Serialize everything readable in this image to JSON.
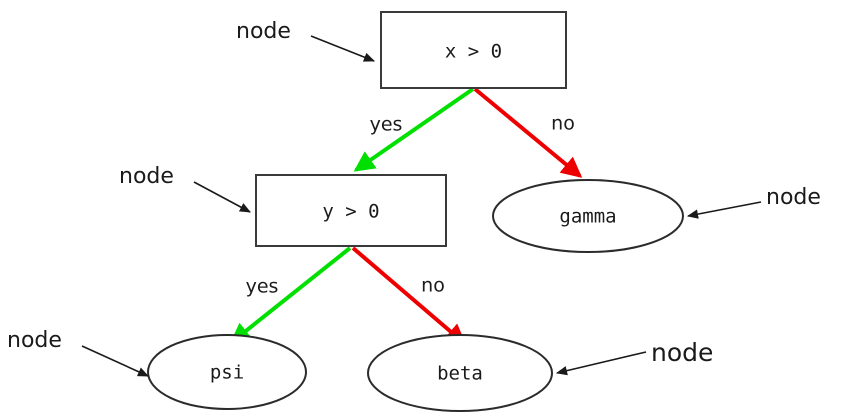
{
  "diagram": {
    "type": "decision-tree",
    "colors": {
      "yes_edge": "#00e000",
      "no_edge": "#ee0000",
      "box_stroke": "#3a3a3a",
      "ellipse_stroke": "#2b2b2b",
      "text": "#1a1a1a",
      "background": "#ffffff"
    },
    "nodes": [
      {
        "id": "root",
        "shape": "rectangle",
        "label": "x > 0"
      },
      {
        "id": "inner",
        "shape": "rectangle",
        "label": "y > 0"
      },
      {
        "id": "gamma",
        "shape": "ellipse",
        "label": "gamma"
      },
      {
        "id": "psi",
        "shape": "ellipse",
        "label": "psi"
      },
      {
        "id": "beta",
        "shape": "ellipse",
        "label": "beta"
      }
    ],
    "edges": [
      {
        "from": "root",
        "to": "inner",
        "label": "yes",
        "color": "#00e000"
      },
      {
        "from": "root",
        "to": "gamma",
        "label": "no",
        "color": "#ee0000"
      },
      {
        "from": "inner",
        "to": "psi",
        "label": "yes",
        "color": "#00e000"
      },
      {
        "from": "inner",
        "to": "beta",
        "label": "no",
        "color": "#ee0000"
      }
    ],
    "annotations": [
      {
        "id": "annot-root",
        "label": "node",
        "target": "root"
      },
      {
        "id": "annot-inner",
        "label": "node",
        "target": "inner"
      },
      {
        "id": "annot-gamma",
        "label": "node",
        "target": "gamma"
      },
      {
        "id": "annot-psi",
        "label": "node",
        "target": "psi"
      },
      {
        "id": "annot-beta",
        "label": "node",
        "target": "beta"
      }
    ]
  }
}
